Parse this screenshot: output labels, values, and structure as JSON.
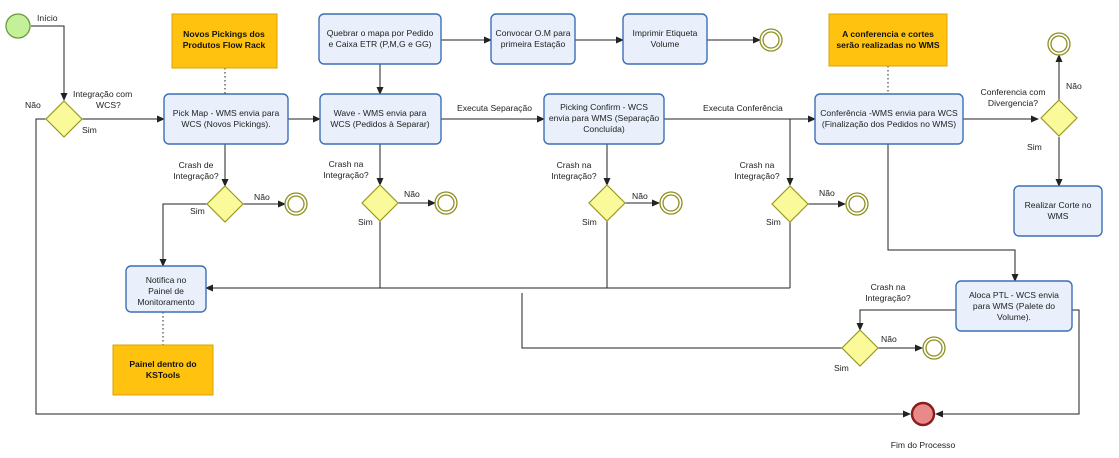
{
  "tasks": {
    "pick_map": [
      "Pick Map - WMS envia para",
      "WCS (Novos Pickings)."
    ],
    "quebrar": [
      "Quebrar o mapa por Pedido",
      "e Caixa ETR (P,M,G e GG)"
    ],
    "convocar": [
      "Convocar O.M para",
      "primeira Estação"
    ],
    "imprimir": [
      "Imprimir Etiqueta",
      "Volume"
    ],
    "wave": [
      "Wave - WMS envia para",
      "WCS (Pedidos à Separar)"
    ],
    "picking_confirm": [
      "Picking Confirm - WCS",
      "envia para WMS (Separação",
      "Concluída)"
    ],
    "conferencia": [
      "Conferência -WMS envia para WCS",
      "(Finalização dos Pedidos no WMS)"
    ],
    "realizar_corte": [
      "Realizar Corte no",
      "WMS"
    ],
    "notifica": [
      "Notifica no",
      "Painel de",
      "Monitoramento"
    ],
    "aloca_ptl": [
      "Aloca PTL - WCS envia",
      "para WMS (Palete do",
      "Volume)."
    ]
  },
  "notes": {
    "novos_pickings": [
      "Novos Pickings dos",
      "Produtos Flow Rack"
    ],
    "conferencia_cortes": [
      "A conferencia e cortes",
      "serão realizadas no WMS"
    ],
    "painel_kstools": [
      "Painel dentro do",
      "KSTools"
    ]
  },
  "events": {
    "start": "Início",
    "end": "Fim do Processo"
  },
  "gateways": {
    "integracao_wcs": [
      "Integração com",
      "WCS?"
    ],
    "crash_integracao_1": [
      "Crash de",
      "Integração?"
    ],
    "crash_integracao_2": [
      "Crash na",
      "Integração?"
    ],
    "crash_integracao_3": [
      "Crash na",
      "Integração?"
    ],
    "crash_integracao_4": [
      "Crash na",
      "Integração?"
    ],
    "crash_integracao_5": [
      "Crash na",
      "Integração?"
    ],
    "conferencia_divergencia": [
      "Conferencia com",
      "Divergencia?"
    ]
  },
  "flow_labels": {
    "executa_separacao": "Executa Separação",
    "executa_conferencia": "Executa Conferência",
    "sim": "Sim",
    "nao": "Não"
  }
}
